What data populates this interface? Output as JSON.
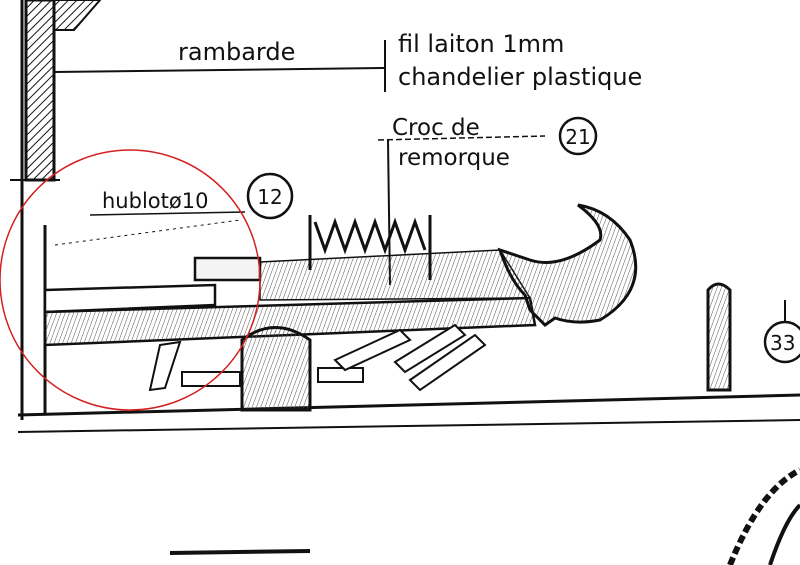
{
  "labels": {
    "rambarde": "rambarde",
    "fil_laiton": "fil laiton 1mm",
    "chandelier": "chandelier plastique",
    "croc_line1": "Croc de",
    "croc_line2": "remorque",
    "hublot": "hublotø10"
  },
  "callouts": {
    "croc_number": "21",
    "hublot_number": "12",
    "edge_number": "33"
  },
  "colors": {
    "ink": "#111111",
    "highlight_circle": "#d42020",
    "paper": "#ffffff"
  }
}
